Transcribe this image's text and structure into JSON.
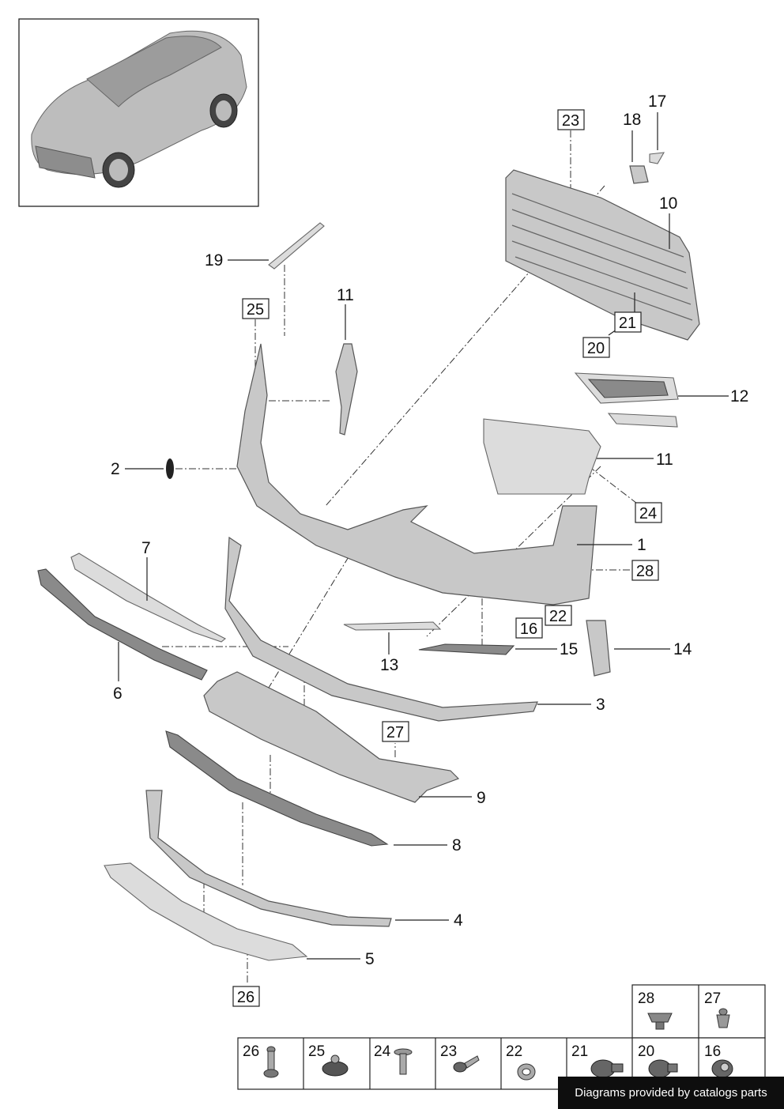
{
  "callouts": {
    "c1": "1",
    "c2": "2",
    "c3": "3",
    "c4": "4",
    "c5": "5",
    "c6": "6",
    "c7": "7",
    "c8": "8",
    "c9": "9",
    "c10": "10",
    "c11a": "11",
    "c11b": "11",
    "c12": "12",
    "c13": "13",
    "c14": "14",
    "c15": "15",
    "c17": "17",
    "c18": "18",
    "c19": "19"
  },
  "boxed_refs": {
    "b16": "16",
    "b20": "20",
    "b21": "21",
    "b22": "22",
    "b23": "23",
    "b24": "24",
    "b25": "25",
    "b26": "26",
    "b27": "27",
    "b28": "28"
  },
  "hardware": {
    "h28": "28",
    "h27": "27",
    "h26": "26",
    "h25": "25",
    "h24": "24",
    "h23": "23",
    "h22": "22",
    "h21": "21",
    "h20": "20",
    "h16": "16"
  },
  "footer_text": "Diagrams provided by catalogs parts"
}
